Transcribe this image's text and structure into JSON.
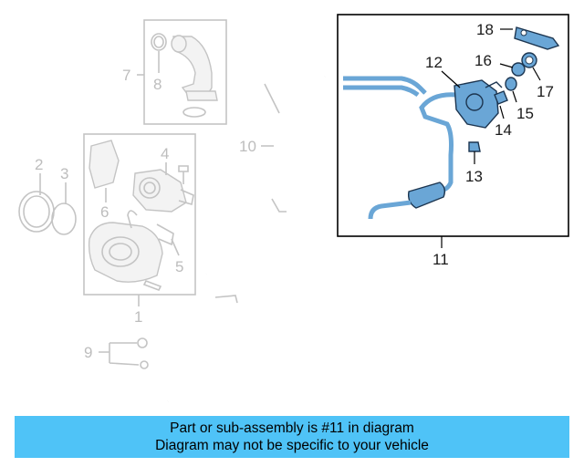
{
  "callouts": {
    "c1": "1",
    "c2": "2",
    "c3": "3",
    "c4": "4",
    "c5": "5",
    "c6": "6",
    "c7": "7",
    "c8": "8",
    "c9": "9",
    "c10": "10",
    "c11": "11",
    "c12": "12",
    "c13": "13",
    "c14": "14",
    "c15": "15",
    "c16": "16",
    "c17": "17",
    "c18": "18"
  },
  "highlight_color": "#6aa6d6",
  "banner": {
    "line1": "Part or sub-assembly is #11 in diagram",
    "line2": "Diagram may not be specific to your vehicle",
    "color": "#4fc3f7"
  }
}
